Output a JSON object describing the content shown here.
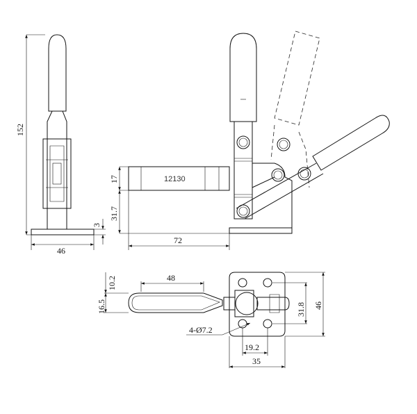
{
  "drawing": {
    "model_label": "12130",
    "dimensions": {
      "overall_height": "152",
      "side_base_width": "46",
      "base_thickness": "3",
      "spindle_height": "17",
      "base_to_spindle": "31.7",
      "overall_length": "72",
      "handle_width_top": "10.2",
      "handle_grip_width": "16.5",
      "handle_length": "48",
      "mounting_holes": "4-Ø7.2",
      "hole_spacing_vertical": "31.8",
      "plate_height": "46",
      "hole_spacing_horizontal": "19.2",
      "plate_width": "35"
    },
    "line_color": "#111111",
    "background": "#ffffff"
  }
}
